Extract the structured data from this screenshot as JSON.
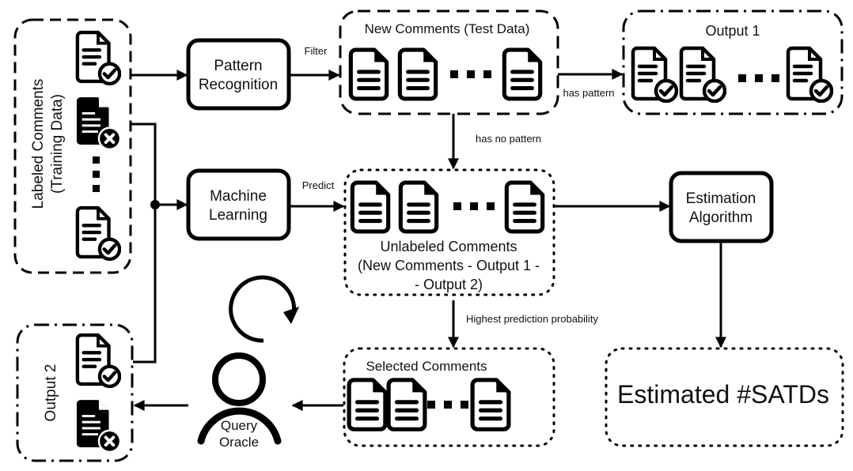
{
  "nodes": {
    "training_data": {
      "label_line1": "Labeled Comments",
      "label_line2": "(Training Data)"
    },
    "pattern_recognition": {
      "line1": "Pattern",
      "line2": "Recognition"
    },
    "machine_learning": {
      "line1": "Machine",
      "line2": "Learning"
    },
    "new_comments": {
      "title": "New Comments (Test Data)"
    },
    "output1": {
      "title": "Output 1"
    },
    "unlabeled": {
      "line1": "Unlabeled Comments",
      "line2": "(New Comments - Output 1 -",
      "line3": "- Output 2)"
    },
    "estimation": {
      "line1": "Estimation",
      "line2": "Algorithm"
    },
    "selected": {
      "title": "Selected Comments"
    },
    "estimated": {
      "title": "Estimated #SATDs"
    },
    "oracle": {
      "line1": "Query",
      "line2": "Oracle"
    },
    "output2": {
      "title": "Output 2"
    }
  },
  "edges": {
    "filter": "Filter",
    "has_pattern": "has pattern",
    "has_no_pattern": "has no pattern",
    "predict": "Predict",
    "highest_prob": "Highest prediction probability"
  },
  "icons": {
    "doc": "document-icon",
    "doc_check": "document-check-icon",
    "doc_reject": "document-reject-icon",
    "oracle": "user-icon",
    "loop": "loop-arrow-icon"
  },
  "colors": {
    "stroke": "#000000",
    "background": "#ffffff"
  }
}
